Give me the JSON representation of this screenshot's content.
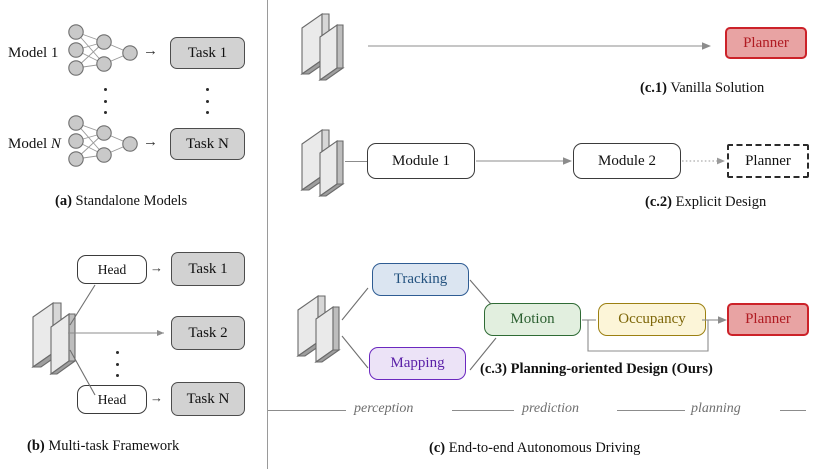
{
  "figure": {
    "panels": {
      "a": {
        "tag": "(a)",
        "caption": "Standalone Models",
        "rows": [
          {
            "model_label_prefix": "Model",
            "model_label_index": "1",
            "task_label_prefix": "Task",
            "task_label_index": "1"
          },
          {
            "model_label_prefix": "Model",
            "model_label_index": "N",
            "task_label_prefix": "Task",
            "task_label_index": "N"
          }
        ],
        "model_1": "Model 1",
        "model_n": "Model N",
        "task_1": "Task 1",
        "task_n": "Task N",
        "arrow_glyph": "→"
      },
      "b": {
        "tag": "(b)",
        "caption": "Multi-task Framework",
        "head_1": "Head",
        "head_2": "Head",
        "task_1": "Task 1",
        "task_2": "Task 2",
        "task_n": "Task N",
        "arrow_glyph": "→"
      },
      "c1": {
        "tag": "(c.1)",
        "caption": "Vanilla Solution",
        "planner": "Planner"
      },
      "c2": {
        "tag": "(c.2)",
        "caption": "Explicit Design",
        "module_1": "Module 1",
        "module_2": "Module 2",
        "planner": "Planner"
      },
      "c3": {
        "tag": "(c.3)",
        "caption": "Planning-oriented Design (Ours)",
        "tracking": "Tracking",
        "mapping": "Mapping",
        "motion": "Motion",
        "occupancy": "Occupancy",
        "planner": "Planner"
      },
      "c": {
        "tag": "(c)",
        "caption": "End-to-end Autonomous Driving",
        "stages": [
          "perception",
          "prediction",
          "planning"
        ]
      }
    },
    "icons": {
      "backbone": "backbone-feature-slabs-icon",
      "neural_net": "neural-network-icon",
      "arrow": "arrow-right-icon",
      "vertical_dots": "vertical-ellipsis-icon"
    },
    "colors": {
      "tracking_fill": "#dbe5f1",
      "tracking_stroke": "#2e5c93",
      "mapping_fill": "#ece3f7",
      "mapping_stroke": "#6b28bf",
      "motion_fill": "#e2efdf",
      "motion_stroke": "#2f6b35",
      "occupancy_fill": "#fcf5d8",
      "occupancy_stroke": "#9c8012",
      "planner_fill": "#e8a3a3",
      "planner_stroke": "#cc2229",
      "task_fill": "#d2d2d2",
      "task_stroke": "#4d4d4d",
      "line": "#8c8c8c",
      "axis_text": "#6e6e6e"
    }
  }
}
